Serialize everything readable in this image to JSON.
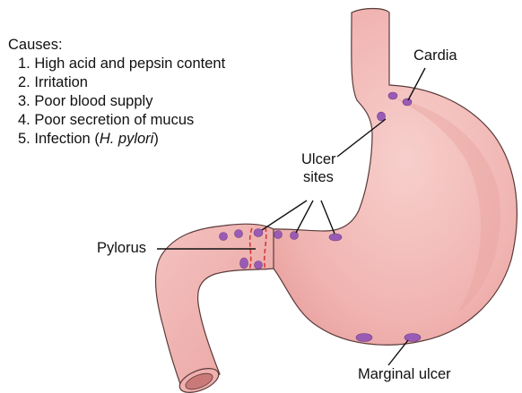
{
  "causes": {
    "heading": "Causes:",
    "items": [
      {
        "num": "1.",
        "text": "High acid and pepsin content"
      },
      {
        "num": "2.",
        "text": "Irritation"
      },
      {
        "num": "3.",
        "text": "Poor blood supply"
      },
      {
        "num": "4.",
        "text": "Poor secretion of mucus"
      },
      {
        "num": "5.",
        "text": "Infection (",
        "italic": "H. pylori",
        "tail": ")"
      }
    ]
  },
  "labels": {
    "cardia": "Cardia",
    "ulcer_sites_line1": "Ulcer",
    "ulcer_sites_line2": "sites",
    "pylorus": "Pylorus",
    "marginal_ulcer": "Marginal ulcer"
  },
  "colors": {
    "stomach_fill": "#f2b8b5",
    "stomach_outline": "#5a3a3a",
    "ulcer_fill": "#9a5bb5",
    "sphincter_dash": "#d33a3a"
  }
}
